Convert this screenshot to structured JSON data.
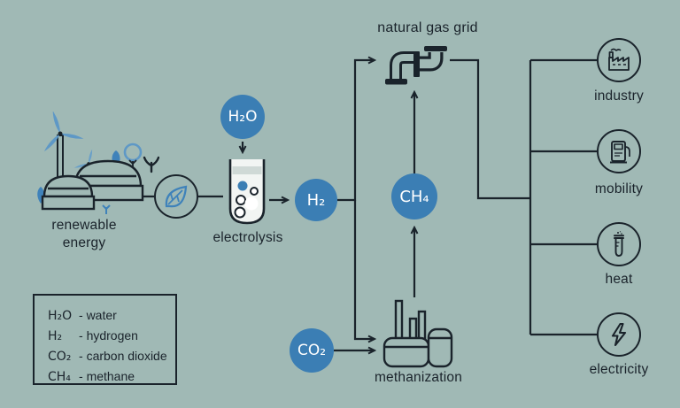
{
  "colors": {
    "background": "#a0b9b5",
    "accent_blue": "#3b7eb4",
    "light_blue": "#5e98c6",
    "outline_dark": "#1a232b",
    "circle_text": "#ffffff",
    "beaker_fill": "#f2f5f3"
  },
  "nodes": {
    "renewable_energy": {
      "line1": "renewable",
      "line2": "energy"
    },
    "electrolysis": {
      "label": "electrolysis"
    },
    "natural_gas_grid": {
      "label": "natural gas grid"
    },
    "methanization": {
      "label": "methanization"
    },
    "h2o": {
      "label": "H₂O"
    },
    "h2": {
      "label": "H₂"
    },
    "co2": {
      "label": "CO₂"
    },
    "ch4": {
      "label": "CH₄"
    }
  },
  "outputs": [
    {
      "label": "industry",
      "icon": "factory-icon"
    },
    {
      "label": "mobility",
      "icon": "fuel-pump-icon"
    },
    {
      "label": "heat",
      "icon": "heater-tube-icon"
    },
    {
      "label": "electricity",
      "icon": "lightning-icon"
    }
  ],
  "legend": {
    "dash": "-",
    "items": [
      {
        "formula": "H₂O",
        "name": "water"
      },
      {
        "formula": "H₂",
        "name": "hydrogen"
      },
      {
        "formula": "CO₂",
        "name": "carbon dioxide"
      },
      {
        "formula": "CH₄",
        "name": "methane"
      }
    ]
  }
}
